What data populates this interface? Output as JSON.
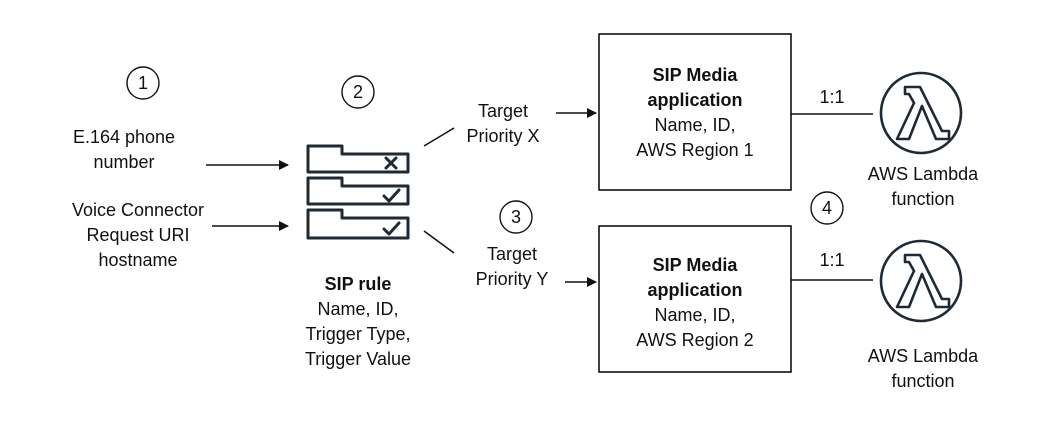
{
  "steps": [
    "1",
    "2",
    "3",
    "4"
  ],
  "inputs": {
    "phone": [
      "E.164 phone",
      "number"
    ],
    "voice_connector": [
      "Voice Connector",
      "Request URI",
      "hostname"
    ]
  },
  "sip_rule": {
    "title": "SIP rule",
    "details": [
      "Name, ID,",
      "Trigger Type,",
      "Trigger Value"
    ]
  },
  "targets": [
    {
      "lines": [
        "Target",
        "Priority X"
      ]
    },
    {
      "lines": [
        "Target",
        "Priority Y"
      ]
    }
  ],
  "media_apps": [
    {
      "title": [
        "SIP Media",
        "application"
      ],
      "details": [
        "Name, ID,",
        "AWS Region 1"
      ]
    },
    {
      "title": [
        "SIP Media",
        "application"
      ],
      "details": [
        "Name, ID,",
        "AWS Region 2"
      ]
    }
  ],
  "connections": [
    {
      "ratio": "1:1"
    },
    {
      "ratio": "1:1"
    }
  ],
  "lambdas": [
    {
      "lines": [
        "AWS Lambda",
        "function"
      ]
    },
    {
      "lines": [
        "AWS Lambda",
        "function"
      ]
    }
  ],
  "colors": {
    "stroke": "#111111",
    "icon": "#1f2a36",
    "background": "#ffffff"
  }
}
